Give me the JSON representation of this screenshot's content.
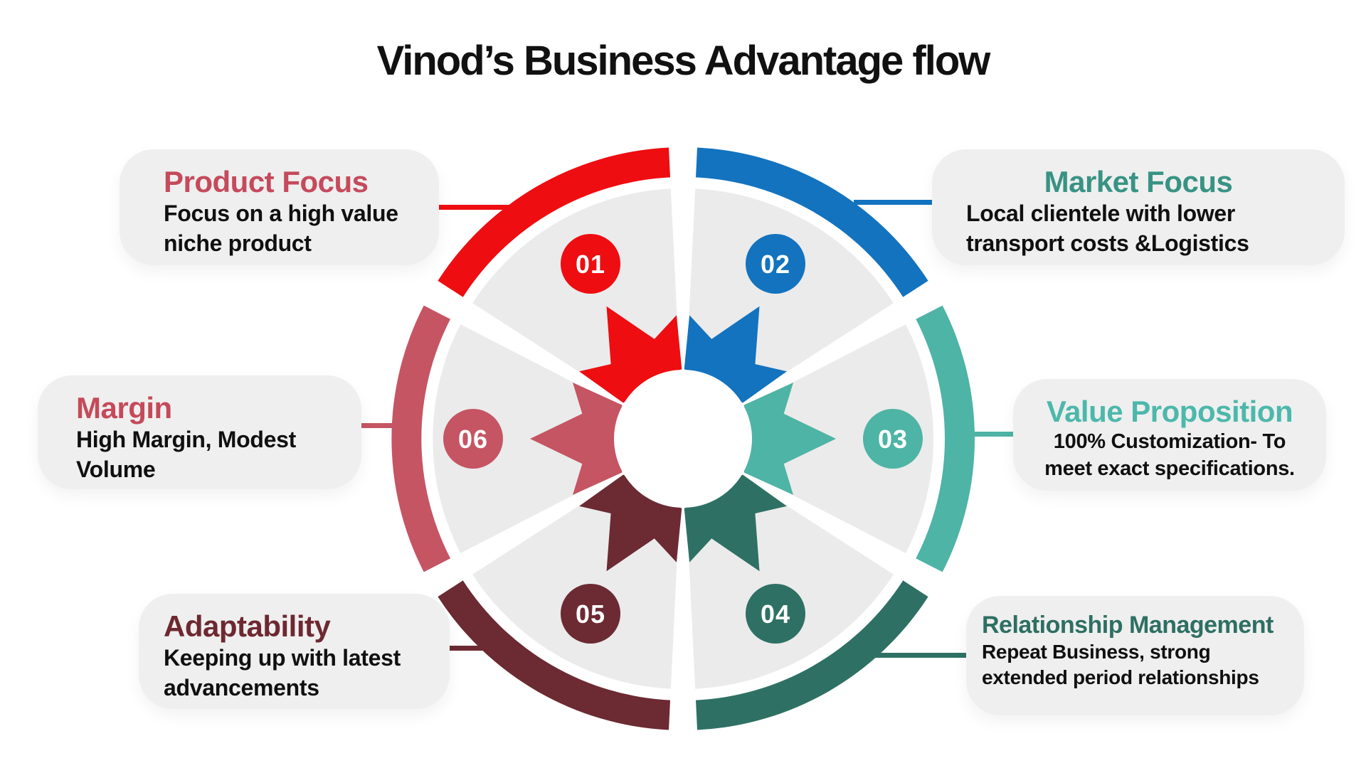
{
  "title": "Vinod’s Business Advantage flow",
  "colors": {
    "background": "#ffffff",
    "wedge": "#ebebeb",
    "callout_bg": "#efefef",
    "body_text": "#101010",
    "title_text": "#111111",
    "number_text": "#ffffff"
  },
  "segments": [
    {
      "number": "01",
      "label": "Product Focus",
      "label_color": "#c54a5c",
      "color": "#ee0d11",
      "lines": [
        "Focus on a high value",
        "niche product"
      ]
    },
    {
      "number": "02",
      "label": "Market Focus",
      "label_color": "#389384",
      "color": "#1373bf",
      "lines": [
        "Local clientele with lower",
        "transport costs &Logistics"
      ]
    },
    {
      "number": "03",
      "label": "Value Proposition",
      "label_color": "#4cb8ab",
      "color": "#4eb4a5",
      "lines": [
        "100% Customization- To",
        "meet exact specifications."
      ]
    },
    {
      "number": "04",
      "label": "Relationship Management",
      "label_color": "#2e6f63",
      "color": "#2e7164",
      "lines": [
        "Repeat Business, strong",
        "extended period relationships"
      ]
    },
    {
      "number": "05",
      "label": "Adaptability",
      "label_color": "#6e2831",
      "color": "#6c2a33",
      "lines": [
        "Keeping up with latest",
        "advancements"
      ]
    },
    {
      "number": "06",
      "label": "Margin",
      "label_color": "#c54a59",
      "color": "#c55563",
      "lines": [
        "High Margin, Modest",
        "Volume"
      ]
    }
  ]
}
